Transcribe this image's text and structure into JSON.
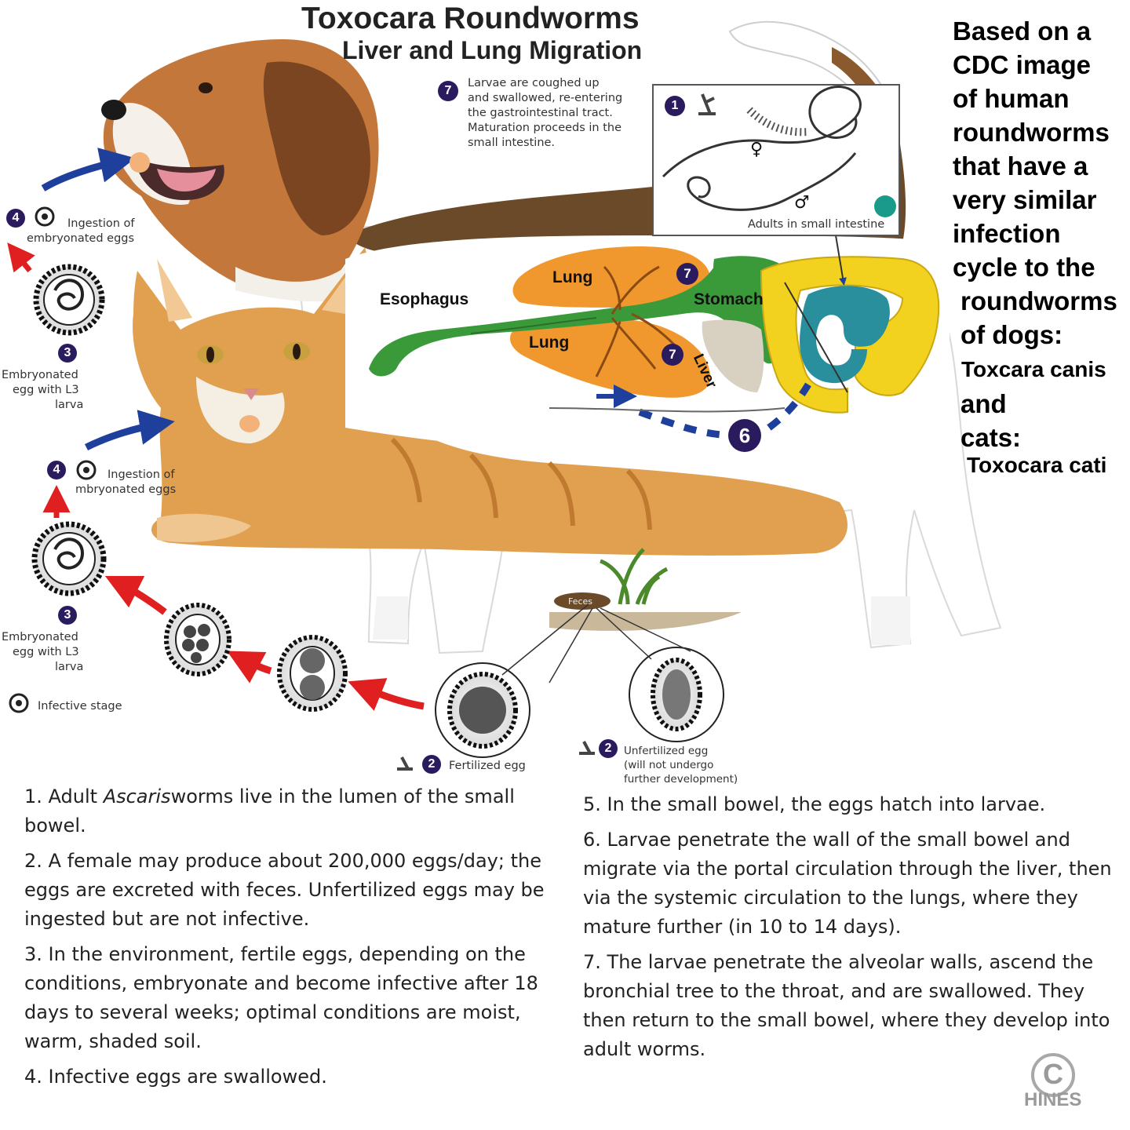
{
  "title": {
    "line1": "Toxocara Roundworms",
    "line2": "Liver and Lung Migration"
  },
  "side_note": {
    "lines": [
      "Based on a",
      "CDC image",
      "of human",
      "roundworms",
      "that have a",
      "very similar",
      "infection",
      "cycle to the",
      "roundworms",
      "of dogs:"
    ],
    "dog_species": "Toxcara canis",
    "and_word": "and",
    "cats_word": "cats:",
    "cat_species": "Toxocara cati"
  },
  "diagram": {
    "step7_note": [
      "Larvae are coughed up",
      "and swallowed, re-entering",
      "the gastrointestinal tract.",
      "Maturation proceeds in the",
      "small intestine."
    ],
    "adults_label": "Adults in small intestine",
    "female_symbol": "♀",
    "male_symbol": "♂",
    "ingestion_label_dog": [
      "Ingestion of",
      "embryonated eggs"
    ],
    "ingestion_label_cat": [
      "Ingestion of",
      "mbryonated eggs"
    ],
    "embryonated_label": [
      "Embryonated",
      "egg with L3",
      "larva"
    ],
    "infective_stage": "Infective stage",
    "fertilized_egg": "Fertilized egg",
    "unfertilized_egg": [
      "Unfertilized egg",
      "(will not undergo",
      "further development)"
    ],
    "feces_label": "Feces",
    "organs": {
      "esophagus": "Esophagus",
      "lung_top": "Lung",
      "lung_bottom": "Lung",
      "stomach": "Stomach",
      "liver": "Liver"
    },
    "badges": {
      "b1": "1",
      "b2": "2",
      "b3": "3",
      "b4": "4",
      "b6": "6",
      "b7": "7"
    }
  },
  "steps": {
    "s1_pre": "1. Adult ",
    "s1_italic": "Ascaris",
    "s1_post": "worms live in the lumen of the small bowel.",
    "s2": "2. A female may produce about 200,000 eggs/day; the eggs are excreted with feces. Unfertilized eggs may be ingested but are not infective.",
    "s3": "3. In the environment, fertile eggs, depending on the conditions, embryonate and become infective after 18 days to several weeks; optimal conditions are moist, warm, shaded soil.",
    "s4": "4. Infective eggs are swallowed.",
    "s5": "5. In the small bowel, the eggs hatch into larvae.",
    "s6": "6. Larvae penetrate the wall of the small bowel and migrate via the portal circulation through the liver, then via the systemic circulation to the lungs, where they mature further (in 10 to 14 days).",
    "s7": "7. The larvae penetrate the alveolar walls, ascend the bronchial tree to the throat, and are swallowed. They then return to the small bowel, where they develop into adult worms."
  },
  "copyright": {
    "symbol": "C",
    "name": "HINES"
  },
  "colors": {
    "lung": "#f0982e",
    "esophagus": "#3a9a3a",
    "intestine_yellow": "#f3d21f",
    "intestine_teal": "#2a8f9c",
    "liver": "#d8d0c0",
    "arrow_red": "#e02020",
    "arrow_blue": "#1f3f9c",
    "badge": "#2a1b5e",
    "dog_tan": "#b86a2e",
    "cat_orange": "#e0a050"
  }
}
